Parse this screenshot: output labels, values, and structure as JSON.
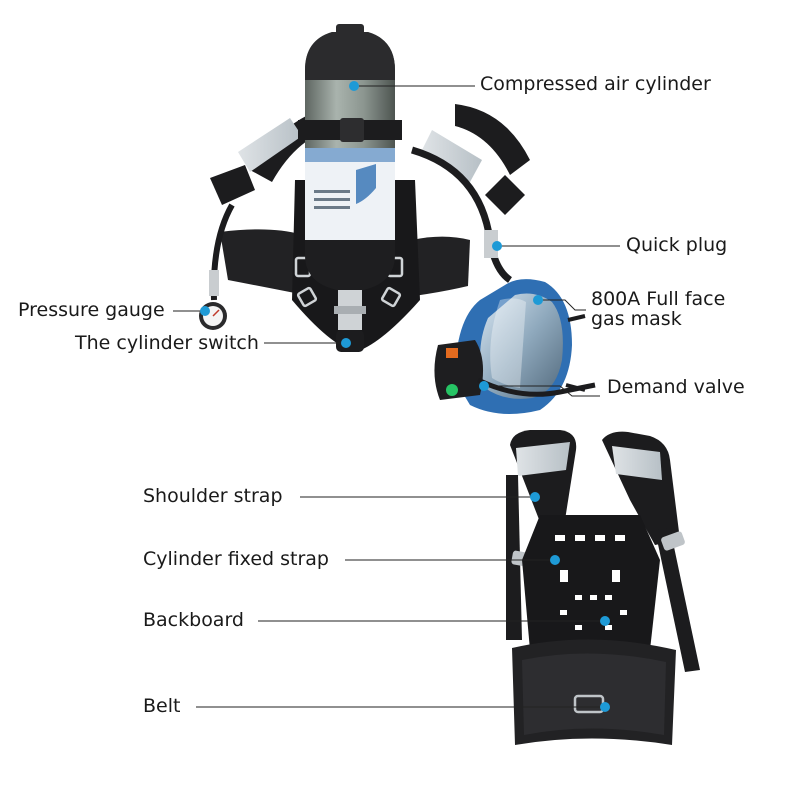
{
  "labels": {
    "compressed_air_cylinder": "Compressed air cylinder",
    "quick_plug": "Quick plug",
    "full_face_mask_line1": "800A Full face",
    "full_face_mask_line2": "gas mask",
    "pressure_gauge": "Pressure gauge",
    "cylinder_switch": "The cylinder switch",
    "demand_valve": "Demand valve",
    "shoulder_strap": "Shoulder strap",
    "cylinder_fixed_strap": "Cylinder fixed strap",
    "backboard": "Backboard",
    "belt": "Belt"
  },
  "colors": {
    "callout_dot": "#1e9ad6",
    "leader_line": "#222222",
    "strap_black": "#1c1c1e",
    "cylinder_gray": "#8c9690",
    "mask_blue": "#2f6fb3"
  }
}
